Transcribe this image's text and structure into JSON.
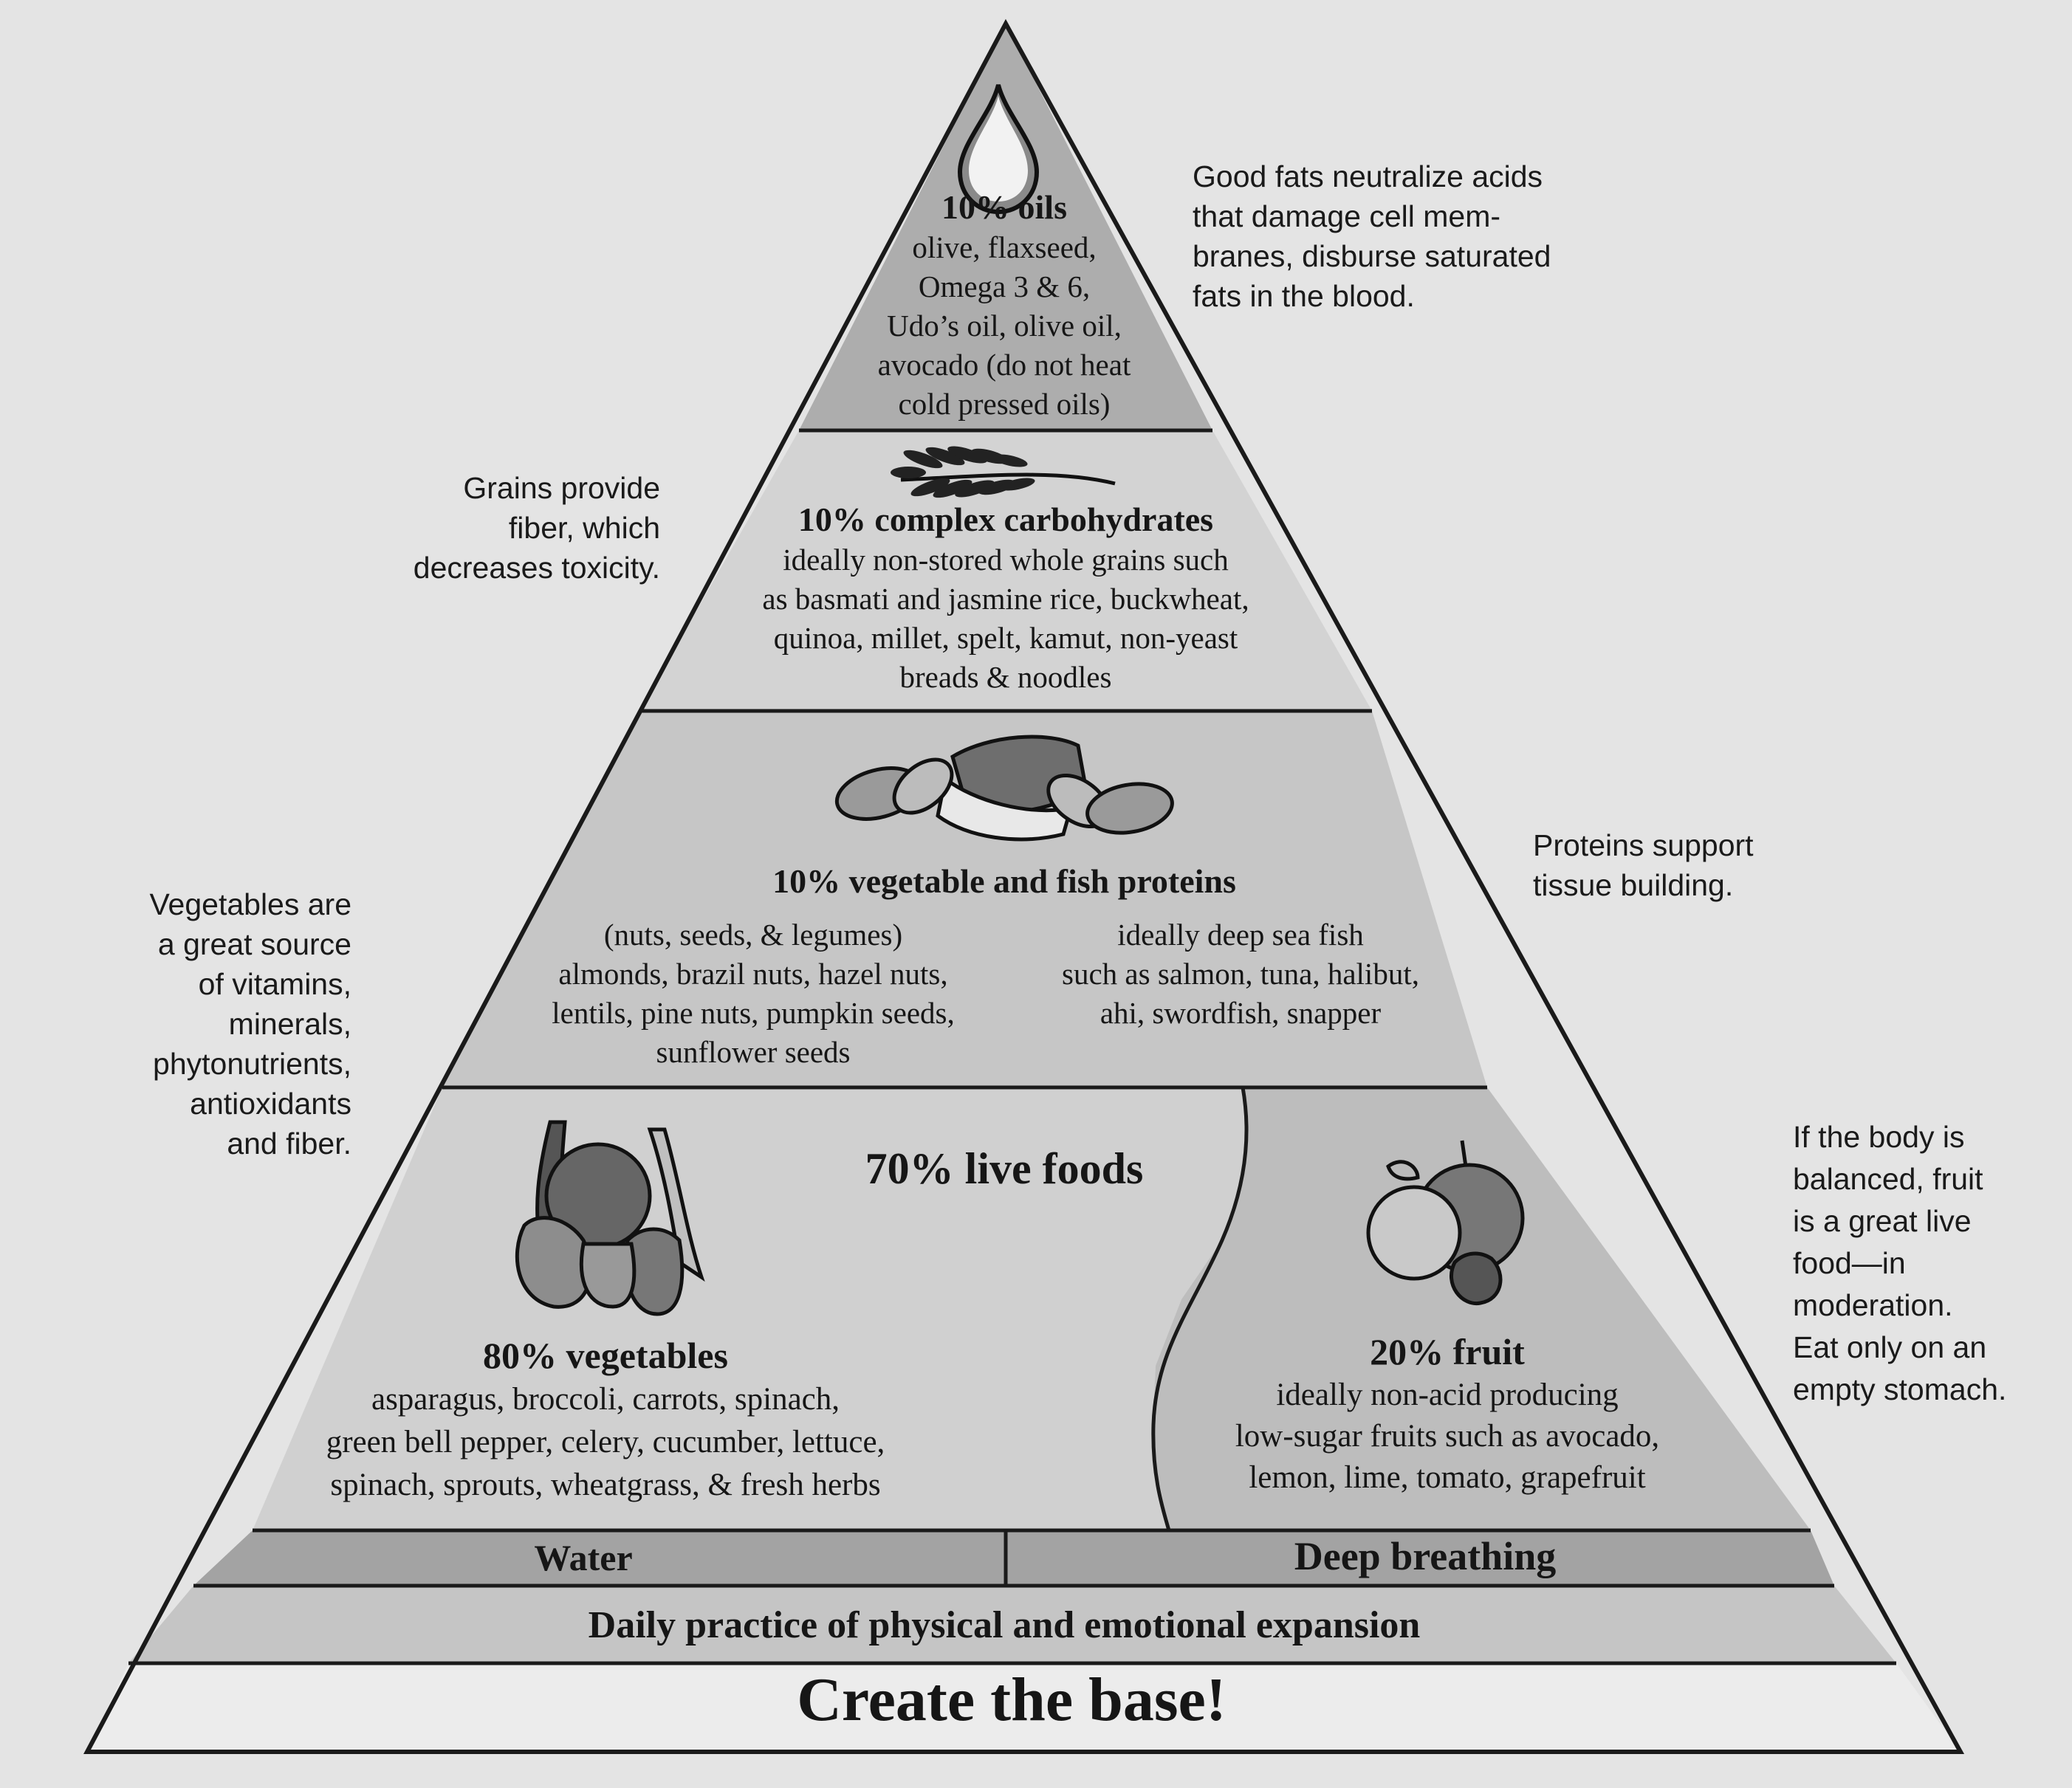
{
  "tiers": {
    "oils": {
      "heading": "10% oils",
      "lines": [
        "olive, flaxseed,",
        "Omega 3 & 6,",
        "Udo’s oil, olive oil,",
        "avocado (do not heat",
        "cold pressed oils)"
      ],
      "icon": "oil-drop-icon"
    },
    "carbs": {
      "heading": "10% complex carbohydrates",
      "lines": [
        "ideally non-stored whole grains such",
        "as basmati and jasmine rice, buckwheat,",
        "quinoa, millet, spelt, kamut, non-yeast",
        "breads & noodles"
      ],
      "icon": "wheat-icon"
    },
    "proteins": {
      "heading": "10% vegetable and fish proteins",
      "left_lines": [
        "(nuts, seeds, & legumes)",
        "almonds, brazil nuts, hazel nuts,",
        "lentils, pine nuts, pumpkin seeds,",
        "sunflower seeds"
      ],
      "right_lines": [
        "ideally deep sea fish",
        "such as salmon, tuna, halibut,",
        "ahi, swordfish, snapper"
      ],
      "icon": "fish-and-nuts-icon"
    },
    "live_foods": {
      "heading": "70% live foods",
      "vegetables": {
        "heading": "80% vegetables",
        "lines": [
          "asparagus, broccoli, carrots, spinach,",
          "green bell pepper, celery, cucumber, lettuce,",
          "spinach, sprouts, wheatgrass, & fresh herbs"
        ],
        "icon": "vegetables-icon"
      },
      "fruit": {
        "heading": "20% fruit",
        "lines": [
          "ideally non-acid producing",
          "low-sugar fruits such as avocado,",
          "lemon, lime, tomato, grapefruit"
        ],
        "icon": "fruit-icon"
      }
    }
  },
  "base": {
    "water": "Water",
    "deep_breathing": "Deep breathing",
    "daily_practice": "Daily practice of physical and emotional expansion",
    "create": "Create the base!"
  },
  "notes": {
    "fats": [
      "Good fats neutralize acids",
      "that damage cell mem-",
      "branes, disburse saturated",
      "fats in the blood."
    ],
    "grains": [
      "Grains provide",
      "fiber, which",
      "decreases toxicity."
    ],
    "proteins": [
      "Proteins support",
      "tissue building."
    ],
    "vegetables": [
      "Vegetables are",
      "a great source",
      "of vitamins,",
      "minerals,",
      "phytonutrients,",
      "antioxidants",
      "and fiber."
    ],
    "fruit": [
      "If the body is",
      "balanced, fruit",
      "is a great live",
      "food—in",
      "moderation.",
      "Eat only on an",
      "empty stomach."
    ]
  },
  "colors": {
    "page": "#e4e4e4",
    "tier_dark": "#adadad",
    "tier_mid": "#c4c4c4",
    "tier_light": "#d0d0d0",
    "base_white": "#ececec",
    "ink": "#161616"
  }
}
